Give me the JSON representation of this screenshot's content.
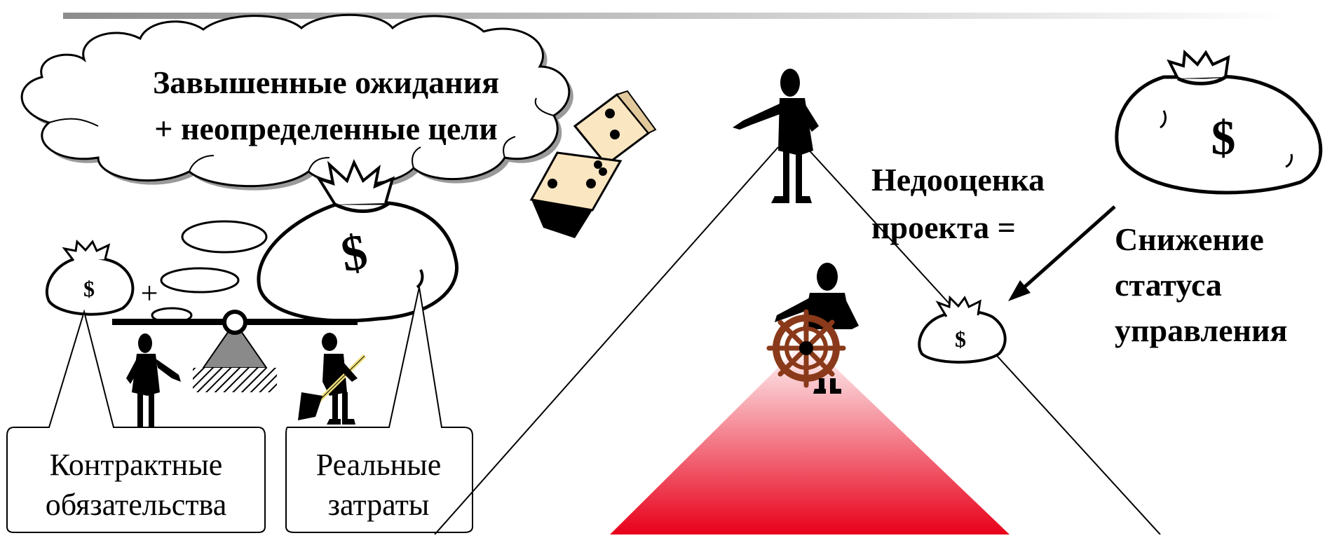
{
  "cloud": {
    "line1": "Завышенные ожидания",
    "line2": "+ неопределенные цели"
  },
  "labels": {
    "underestimate_line1": "Недооценка",
    "underestimate_line2": "проекта =",
    "status_line1": "Снижение",
    "status_line2": "статуса",
    "status_line3": "управления"
  },
  "callouts": {
    "contract_line1": "Контрактные",
    "contract_line2": "обязательства",
    "real_line1": "Реальные",
    "real_line2": "затраты"
  },
  "scale": {
    "plus": "+"
  },
  "money_symbol": "$",
  "colors": {
    "header_bar": "#8c8c8c",
    "dice": "#fbe6c2",
    "pyramid_red": "#e8001a",
    "wheel": "#8a3a1a",
    "fulcrum": "#8a8a8a"
  }
}
